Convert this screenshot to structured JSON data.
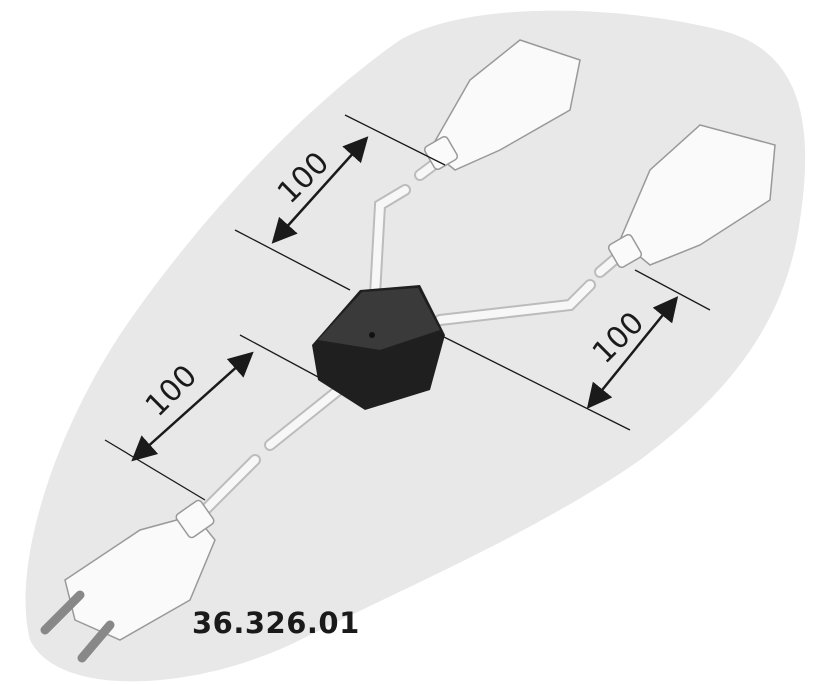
{
  "part_number": "36.326.01",
  "dimensions": {
    "top": "100",
    "right": "100",
    "left": "100"
  },
  "colors": {
    "background_blob": "#e8e8e8",
    "hub": "#2a2a2a",
    "cable": "#f4f4f4",
    "dimension_line": "#1a1a1a"
  }
}
